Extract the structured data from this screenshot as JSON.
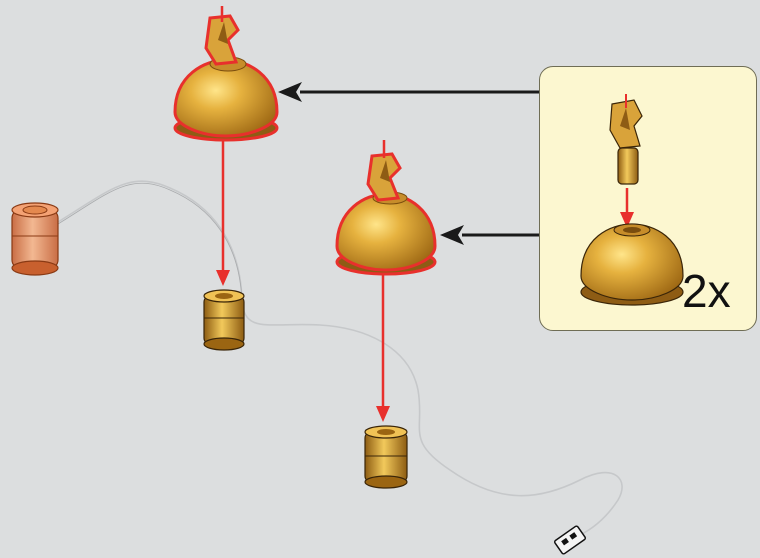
{
  "instruction_step": {
    "callout": {
      "quantity_label": "2x",
      "parts": [
        "clip-with-bar",
        "round-dome-brick"
      ]
    },
    "main_parts": [
      "dome-assembly-left",
      "dome-assembly-right",
      "round-brick-orange-transparent",
      "round-brick-gold-left",
      "round-brick-gold-right",
      "cable-connector"
    ],
    "colors": {
      "background": "#dcdedf",
      "callout_background": "#fcf7d0",
      "gold": "#d9a33a",
      "highlight_outline": "#e8302c",
      "arrow_red": "#e8302c",
      "arrow_black": "#1a1a1a",
      "transparent_orange": "#e0824a",
      "cable": "#b9bbbd"
    }
  }
}
